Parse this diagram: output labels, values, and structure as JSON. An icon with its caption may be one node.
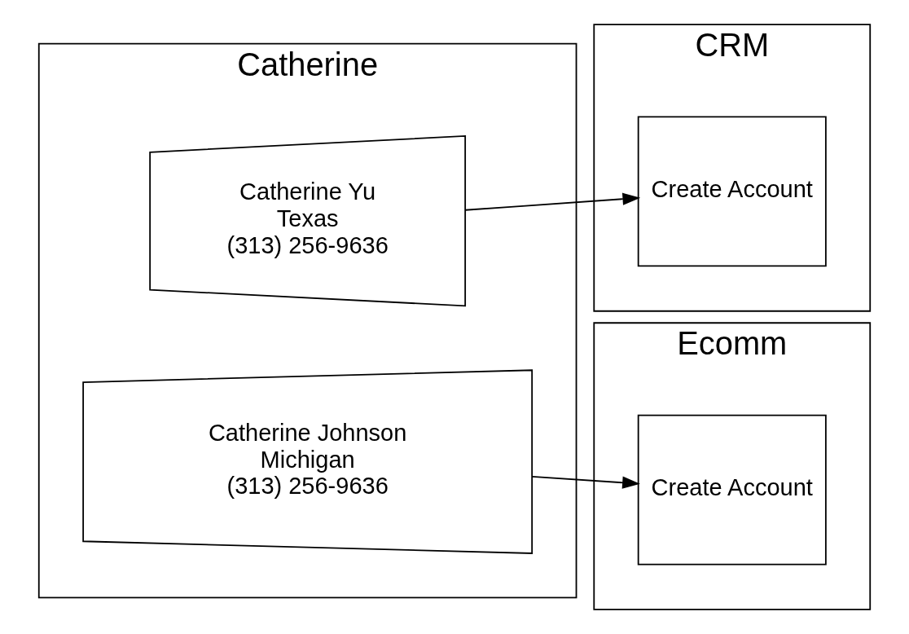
{
  "diagram": {
    "nodes": [
      {
        "text": [
          "Catherine"
        ]
      },
      {
        "text": [
          "CRM"
        ]
      },
      {
        "text": [
          "Ecomm"
        ]
      },
      {
        "text": [
          "Catherine Yu",
          "Texas",
          "(313) 256-9636"
        ],
        "in": 0
      },
      {
        "text": [
          "Create Account"
        ],
        "in": 1
      },
      {
        "text": [
          "Catherine Johnson",
          "Michigan",
          "(313) 256-9636"
        ],
        "in": 0
      },
      {
        "text": [
          "Create Account"
        ],
        "in": 2
      }
    ],
    "edges": [
      {
        "from": 3,
        "to": 4,
        "arrow": "to"
      },
      {
        "from": 5,
        "to": 6,
        "arrow": "to"
      }
    ]
  }
}
